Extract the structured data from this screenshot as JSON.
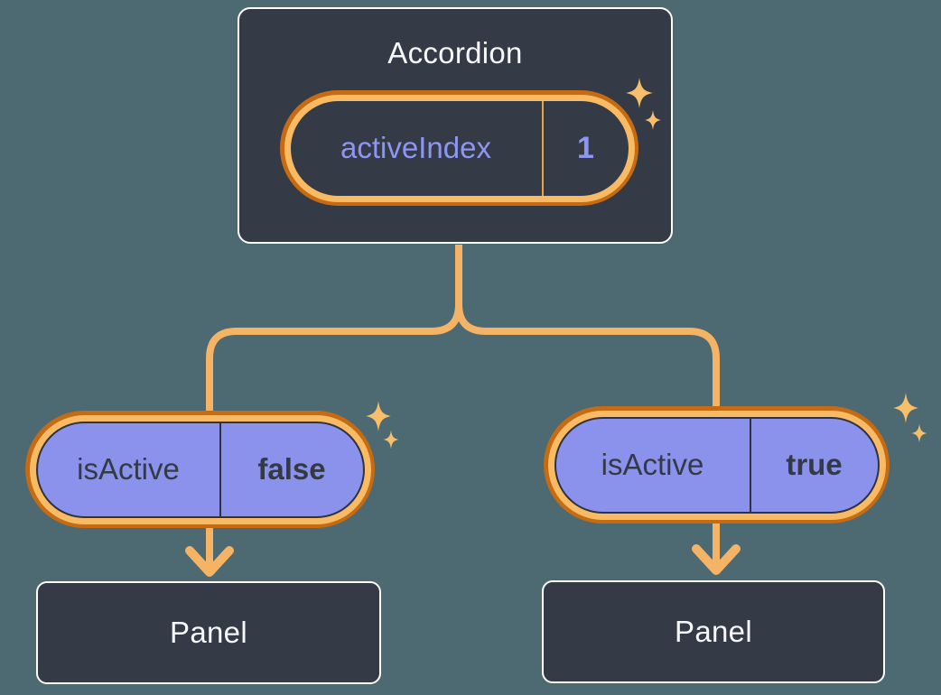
{
  "diagram": {
    "root": {
      "title": "Accordion",
      "state": {
        "name": "activeIndex",
        "value": "1"
      }
    },
    "children": [
      {
        "prop": {
          "name": "isActive",
          "value": "false"
        },
        "panel": {
          "title": "Panel"
        }
      },
      {
        "prop": {
          "name": "isActive",
          "value": "true"
        },
        "panel": {
          "title": "Panel"
        }
      }
    ],
    "colors": {
      "background": "#4d6971",
      "box_fill": "#343a46",
      "box_border": "#ffffff",
      "box_text": "#f6f7f9",
      "pill_fill": "#8b92ec",
      "pill_border": "#2e333d",
      "pill_text_dark": "#333a45",
      "pill_text_purple": "#8e96f3",
      "ring_outer": "#c56b13",
      "ring_inner": "#f8bb64",
      "connector": "#f5b365",
      "divider_orange": "#e9a63f",
      "sparkle": "#f7bf6b"
    }
  }
}
